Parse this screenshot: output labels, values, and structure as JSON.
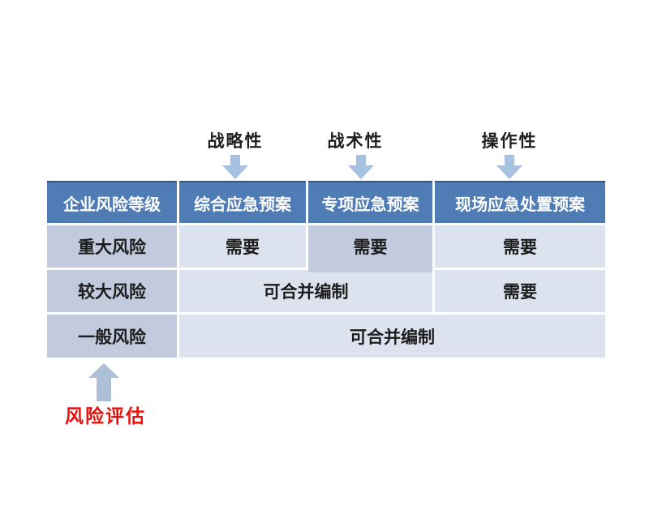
{
  "annotations": {
    "top_labels": [
      {
        "label": "战略性"
      },
      {
        "label": "战术性"
      },
      {
        "label": "操作性"
      }
    ],
    "bottom_label": "风险评估"
  },
  "table": {
    "headers": [
      "企业风险等级",
      "综合应急预案",
      "专项应急预案",
      "现场应急处置预案"
    ],
    "rows": [
      {
        "level": "重大风险",
        "cells": [
          {
            "text": "需要"
          },
          {
            "text": "需要",
            "highlight": true
          },
          {
            "text": "需要"
          }
        ]
      },
      {
        "level": "较大风险",
        "cells": [
          {
            "text": "可合并编制",
            "span": 2
          },
          {
            "text": "需要"
          }
        ]
      },
      {
        "level": "一般风险",
        "cells": [
          {
            "text": "可合并编制",
            "span": 3
          }
        ]
      }
    ]
  },
  "colors": {
    "header_bg": "#4f7cb5",
    "header_border": "#30598a",
    "header_text": "#ffffff",
    "level_bg": "#c1cbdd",
    "cell_bg": "#dde3ee",
    "cell_text": "#1c1c1c",
    "arrow_top": "#a7c2e1",
    "arrow_bottom": "#aebfd8",
    "accent_red": "#e8100c",
    "canvas_bg": "#ffffff"
  }
}
